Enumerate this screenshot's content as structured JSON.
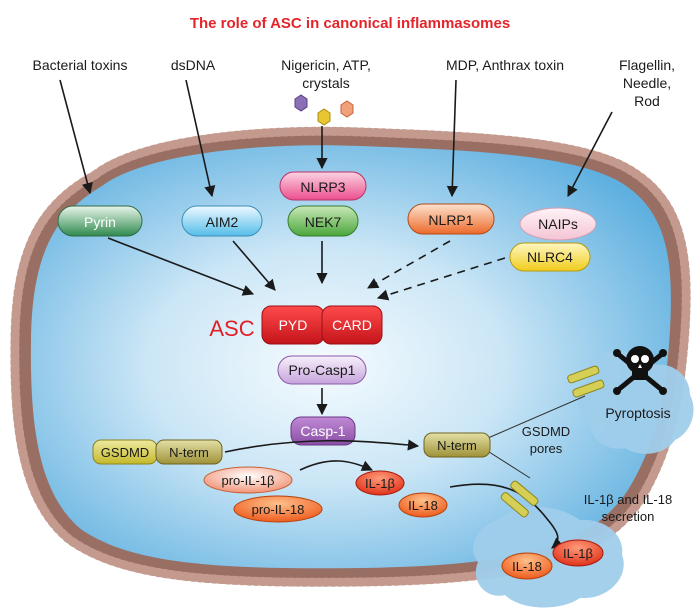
{
  "title": "The role of ASC in canonical inflammasomes",
  "stimuli": {
    "bacterial_toxins": "Bacterial toxins",
    "dsdna": "dsDNA",
    "nigericin_line1": "Nigericin, ATP,",
    "nigericin_line2": "crystals",
    "mdp": "MDP, Anthrax toxin",
    "flagellin_line1": "Flagellin,",
    "flagellin_line2": "Needle,",
    "flagellin_line3": "Rod"
  },
  "sensors": {
    "pyrin": "Pyrin",
    "aim2": "AIM2",
    "nlrp3": "NLRP3",
    "nek7": "NEK7",
    "nlrp1": "NLRP1",
    "naips": "NAIPs",
    "nlrc4": "NLRC4"
  },
  "asc": {
    "label": "ASC",
    "pyd": "PYD",
    "card": "CARD"
  },
  "caspase": {
    "pro": "Pro-Casp1",
    "active": "Casp-1"
  },
  "gsdmd": {
    "full": "GSDMD",
    "nterm": "N-term",
    "cleaved_nterm": "N-term",
    "pores_line1": "GSDMD",
    "pores_line2": "pores"
  },
  "cytokines": {
    "pro_il1b": "pro-IL-1β",
    "pro_il18": "pro-IL-18",
    "il1b": "IL-1β",
    "il18": "IL-18",
    "secreted_il1b": "IL-1β",
    "secreted_il18": "IL-18"
  },
  "outcomes": {
    "pyroptosis": "Pyroptosis",
    "secretion_line1": "IL-1β and IL-18",
    "secretion_line2": "secretion"
  },
  "colors": {
    "title": "#e3252b",
    "membrane": "#9a6f63",
    "cytoplasm_inner": "#f2f9fd",
    "cytoplasm_outer": "#5fb0e0",
    "asc_red": "#e21f26",
    "casp_purple": "#a064b6",
    "nlrp3_pink": "#f26aa0",
    "nek7_green": "#5cb446",
    "nlrp1_orange": "#f07a3a",
    "nlrc4_yellow": "#f2d22e",
    "pyrin_green": "#3b8b5b",
    "aim2_blue": "#6fc6ec",
    "gsdmd_yellow": "#d2c83a",
    "nterm_olive": "#b3a64e"
  }
}
